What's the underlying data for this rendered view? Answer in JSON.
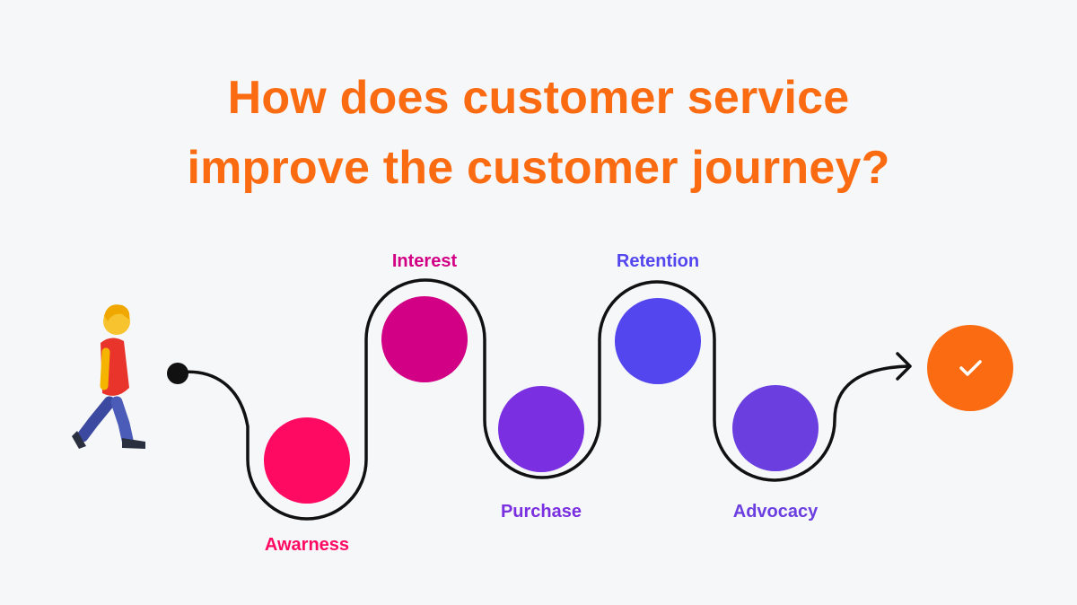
{
  "title": {
    "line1": "How does customer service",
    "line2": "improve the customer journey?"
  },
  "stages": [
    {
      "label": "Awarness",
      "color": "#ff0a63"
    },
    {
      "label": "Interest",
      "color": "#d10084"
    },
    {
      "label": "Purchase",
      "color": "#7a2fe0"
    },
    {
      "label": "Retention",
      "color": "#5346ee"
    },
    {
      "label": "Advocacy",
      "color": "#6b3ee0"
    }
  ],
  "end_marker": {
    "color": "#fb6b11",
    "icon": "checkmark-icon"
  },
  "walker": {
    "icon": "person-walking-icon"
  }
}
